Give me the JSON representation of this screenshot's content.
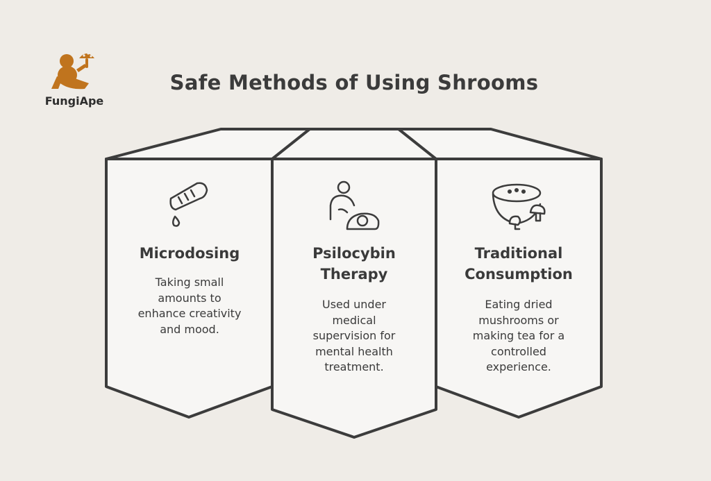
{
  "header": {
    "title": "Safe Methods of Using Shrooms",
    "brand": "FungiApe"
  },
  "colors": {
    "background": "#efece7",
    "panel": "#f7f6f4",
    "outline": "#3c3c3c",
    "brand": "#c0741e"
  },
  "panels": [
    {
      "icon": "dropper-icon",
      "heading": "Microdosing",
      "description": [
        "Taking small",
        "amounts to",
        "enhance creativity",
        "and mood."
      ]
    },
    {
      "icon": "therapy-icon",
      "heading": [
        "Psilocybin",
        "Therapy"
      ],
      "description": [
        "Used under",
        "medical",
        "supervision for",
        "mental health",
        "treatment."
      ]
    },
    {
      "icon": "mushroom-bowl-icon",
      "heading": [
        "Traditional",
        "Consumption"
      ],
      "description": [
        "Eating dried",
        "mushrooms or",
        "making tea for a",
        "controlled",
        "experience."
      ]
    }
  ]
}
